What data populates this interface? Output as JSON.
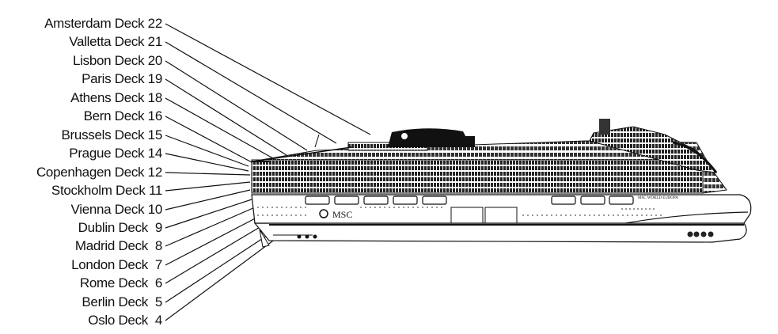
{
  "decks": [
    {
      "name": "Amsterdam Deck 22"
    },
    {
      "name": "Valletta Deck 21"
    },
    {
      "name": "Lisbon Deck 20"
    },
    {
      "name": "Paris Deck 19"
    },
    {
      "name": "Athens Deck 18"
    },
    {
      "name": "Bern Deck 16"
    },
    {
      "name": "Brussels Deck 15"
    },
    {
      "name": "Prague Deck 14"
    },
    {
      "name": "Copenhagen Deck 12"
    },
    {
      "name": "Stockholm Deck 11"
    },
    {
      "name": "Vienna Deck 10"
    },
    {
      "name": "Dublin Deck  9"
    },
    {
      "name": "Madrid Deck  8"
    },
    {
      "name": "London Deck  7"
    },
    {
      "name": "Rome Deck  6"
    },
    {
      "name": "Berlin Deck  5"
    },
    {
      "name": "Oslo Deck  4"
    }
  ],
  "ship": {
    "logo_text": "MSC",
    "hull_name": "MSC WORLD EUROPA"
  }
}
